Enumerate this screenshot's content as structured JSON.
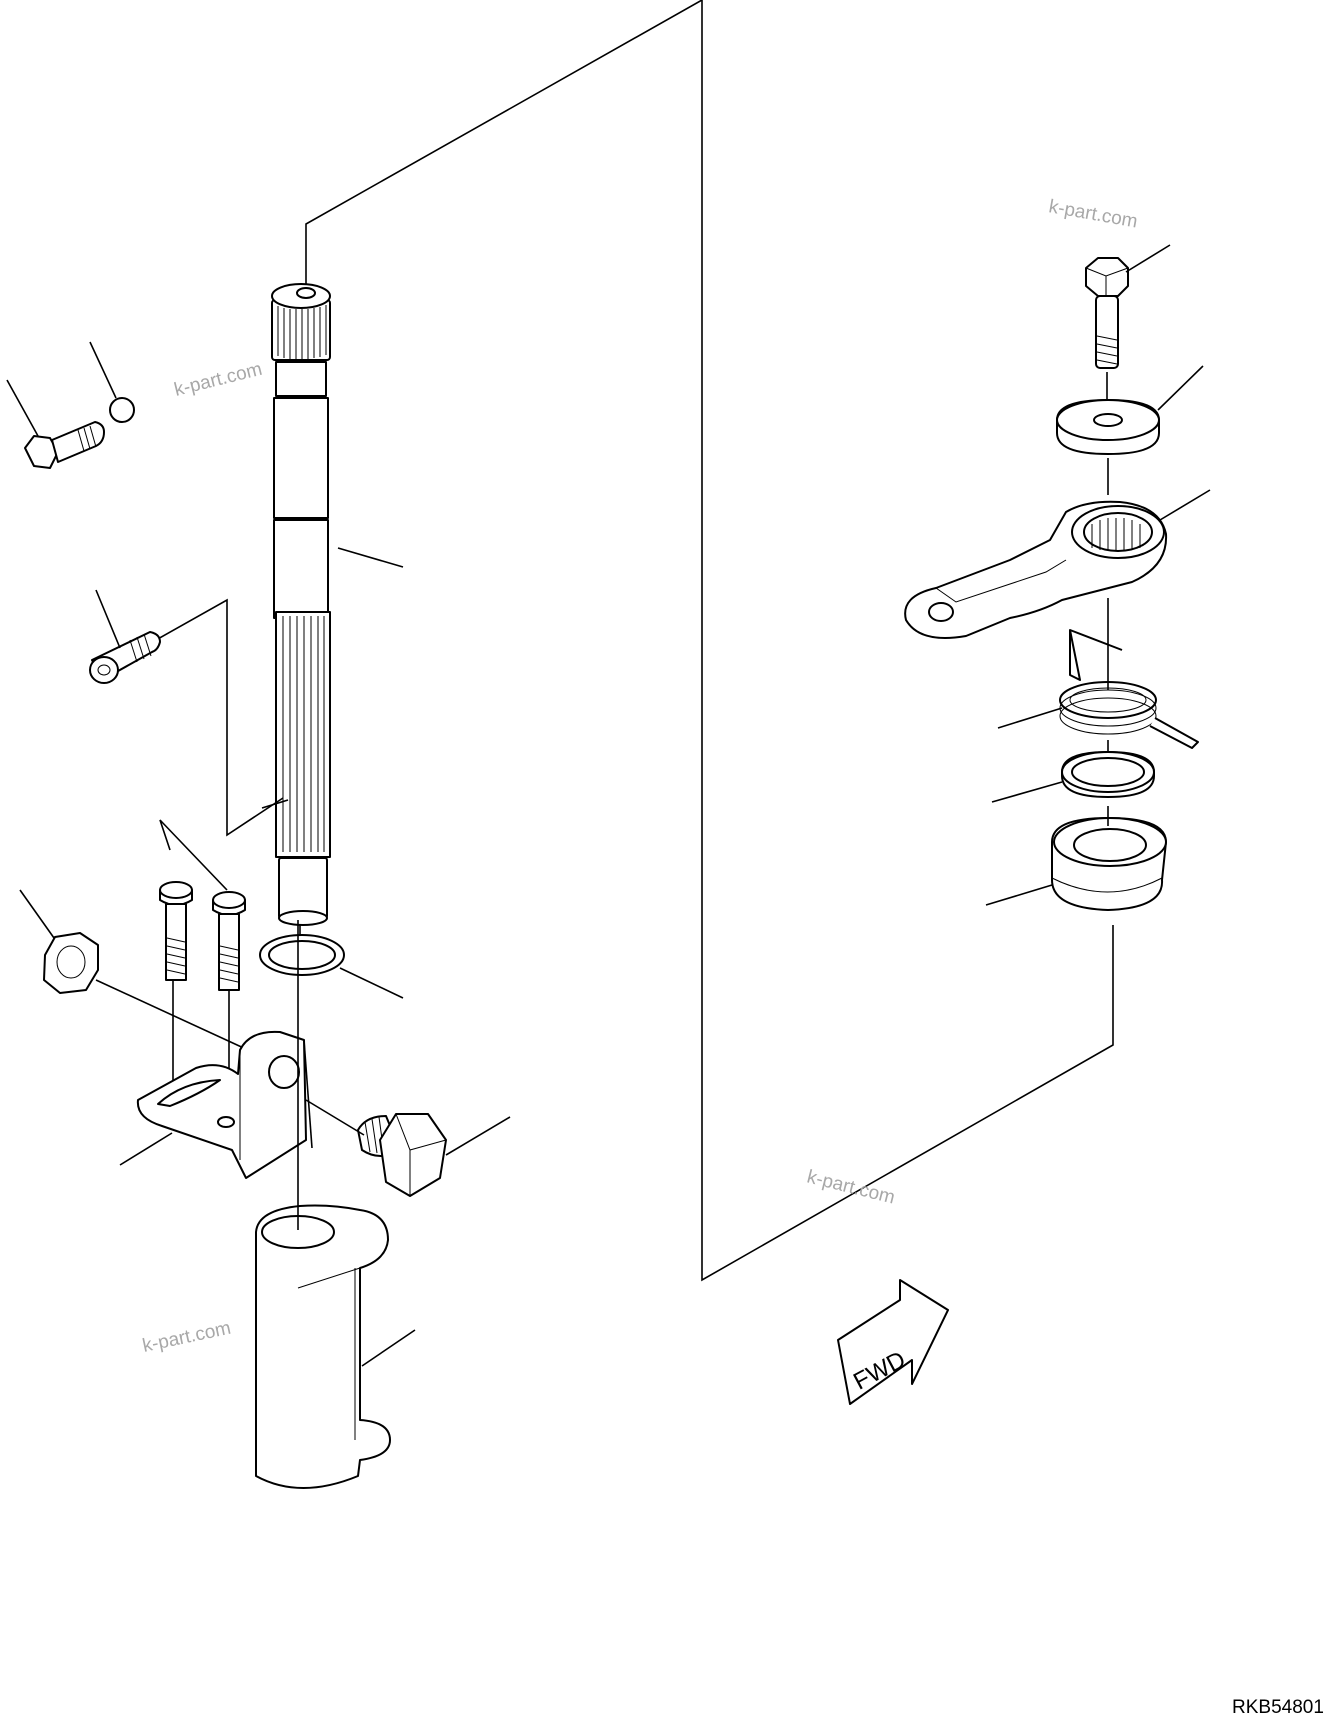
{
  "watermarks": [
    "k-part.com",
    "k-part.com",
    "k-part.com",
    "k-part.com"
  ],
  "direction_label": "FWD",
  "drawing_code": "RKB54801"
}
